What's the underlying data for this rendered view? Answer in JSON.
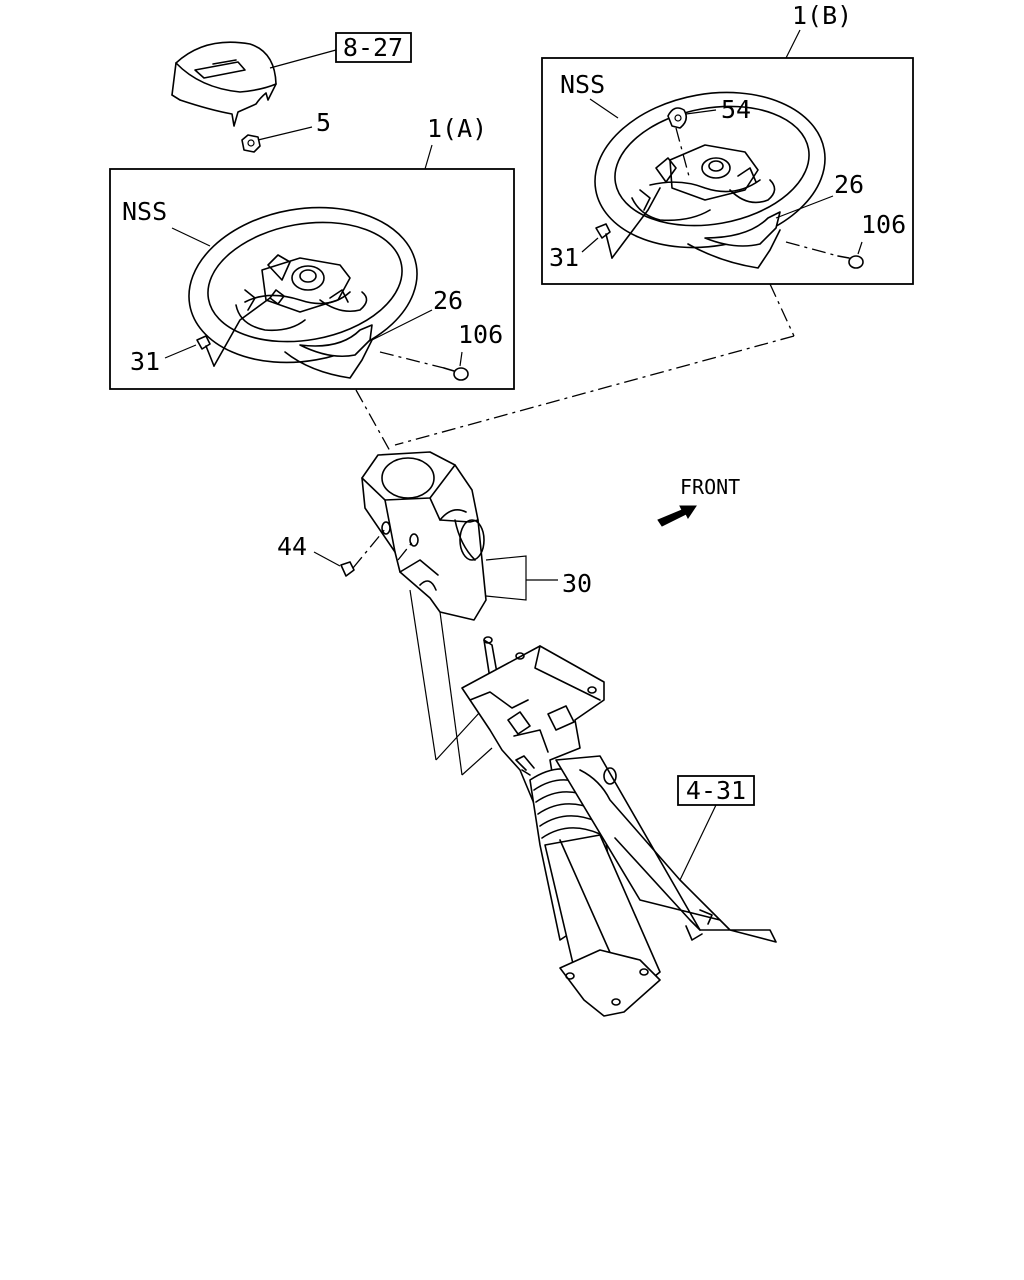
{
  "labels": {
    "ref_8_27": "8-27",
    "part_5": "5",
    "group_1a": "1(A)",
    "group_1b": "1(B)",
    "nss_a": "NSS",
    "nss_b": "NSS",
    "part_26_a": "26",
    "part_26_b": "26",
    "part_106_a": "106",
    "part_106_b": "106",
    "part_31_a": "31",
    "part_31_b": "31",
    "part_54": "54",
    "part_44": "44",
    "part_30": "30",
    "front": "FRONT",
    "ref_4_31": "4-31"
  }
}
